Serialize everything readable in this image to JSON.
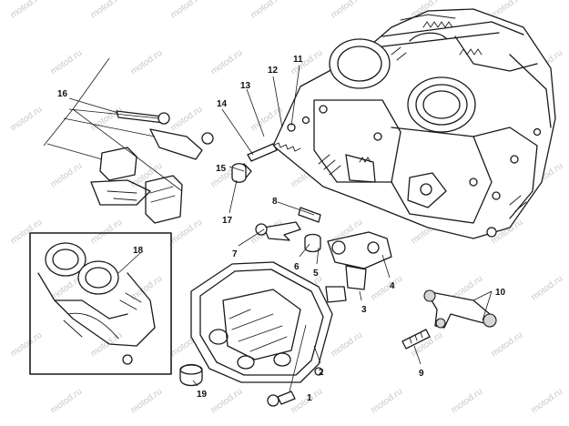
{
  "watermark": {
    "text": "motod.ru"
  },
  "callouts": [
    "1",
    "2",
    "3",
    "4",
    "5",
    "6",
    "7",
    "8",
    "9",
    "10",
    "11",
    "12",
    "13",
    "14",
    "15",
    "16",
    "17",
    "18",
    "19"
  ],
  "colors": {
    "ink": "#1a1a1a",
    "paper": "#ffffff",
    "watermark": "#c9c9c9"
  }
}
